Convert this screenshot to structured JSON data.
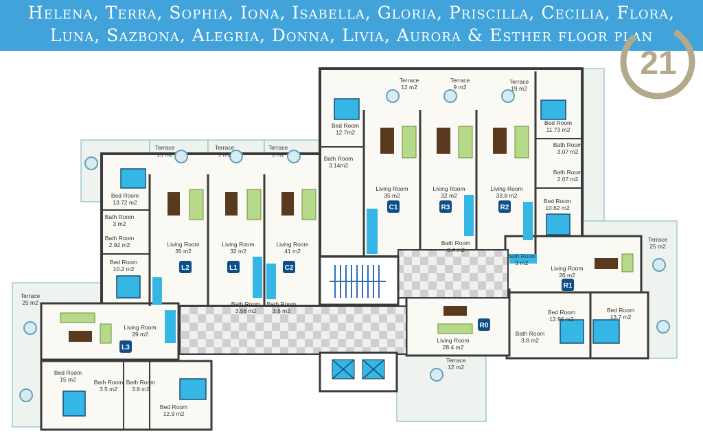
{
  "title": {
    "line1": "Helena, Terra, Sophia, Iona, Isabella, Gloria, Priscilla, Cecilia, Flora,",
    "line2": "Luna, Sazbona, Alegria, Donna, Livia,  Aurora & Esther floor plan"
  },
  "logo": {
    "text": "21",
    "icon": "century-21-logo"
  },
  "colors": {
    "banner": "#41a3d9",
    "wall": "#3a3a3a",
    "water": "#35b6e4",
    "badge": "#0e4f8a",
    "terrace": "#eef3ef",
    "room": "#faf9f4",
    "logo": "#b5a98c"
  },
  "units": [
    {
      "code": "L2"
    },
    {
      "code": "L1"
    },
    {
      "code": "C2"
    },
    {
      "code": "C1"
    },
    {
      "code": "R3"
    },
    {
      "code": "R2"
    },
    {
      "code": "R1"
    },
    {
      "code": "L3"
    },
    {
      "code": "R0"
    }
  ],
  "rooms": [
    {
      "name": "Terrace",
      "area": "19 m2"
    },
    {
      "name": "Terrace",
      "area": "9 m2"
    },
    {
      "name": "Terrace",
      "area": "9 m2"
    },
    {
      "name": "Bath Room",
      "area": "3.14m2"
    },
    {
      "name": "Bed Room",
      "area": "12.7m2"
    },
    {
      "name": "Terrace",
      "area": "12 m2"
    },
    {
      "name": "Terrace",
      "area": "9 m2"
    },
    {
      "name": "Terrace",
      "area": "19 m2"
    },
    {
      "name": "Bed Room",
      "area": "11.73 m2"
    },
    {
      "name": "Bath Room",
      "area": "3.07 m2"
    },
    {
      "name": "Bath Room",
      "area": "2.07 m2"
    },
    {
      "name": "Bed Room",
      "area": "10.62 m2"
    },
    {
      "name": "Bed Room",
      "area": "13.72 m2"
    },
    {
      "name": "Bath Room",
      "area": "3 m2"
    },
    {
      "name": "Bath Room",
      "area": "2.92 m2"
    },
    {
      "name": "Bed Room",
      "area": "10.2 m2"
    },
    {
      "name": "Living Room",
      "area": "35 m2"
    },
    {
      "name": "Living Room",
      "area": "32 m2"
    },
    {
      "name": "Living Room",
      "area": "41 m2"
    },
    {
      "name": "Living Room",
      "area": "35 m2"
    },
    {
      "name": "Living Room",
      "area": "32 m2"
    },
    {
      "name": "Living Room",
      "area": "33.8 m2"
    },
    {
      "name": "Bath Room",
      "area": "3.56 m2"
    },
    {
      "name": "Bath Room",
      "area": "3.6 m2"
    },
    {
      "name": "Bath Room",
      "area": "3.4 m2"
    },
    {
      "name": "Bath Room",
      "area": "3 m2"
    },
    {
      "name": "Terrace",
      "area": "25 m2"
    },
    {
      "name": "Living Room",
      "area": "26 m2"
    },
    {
      "name": "Bed Room",
      "area": "12.96 m2"
    },
    {
      "name": "Bed Room",
      "area": "13.7 m2"
    },
    {
      "name": "Terrace",
      "area": "25 m2"
    },
    {
      "name": "Living Room",
      "area": "29 m2"
    },
    {
      "name": "Bed Room",
      "area": "15 m2"
    },
    {
      "name": "Bath Room",
      "area": "3.5 m2"
    },
    {
      "name": "Bath Room",
      "area": "3.8 m2"
    },
    {
      "name": "Bed Room",
      "area": "12.9 m2"
    },
    {
      "name": "Living Room",
      "area": "28.4 m2"
    },
    {
      "name": "Bath Room",
      "area": "3.8 m2"
    },
    {
      "name": "Terrace",
      "area": "12 m2"
    }
  ]
}
